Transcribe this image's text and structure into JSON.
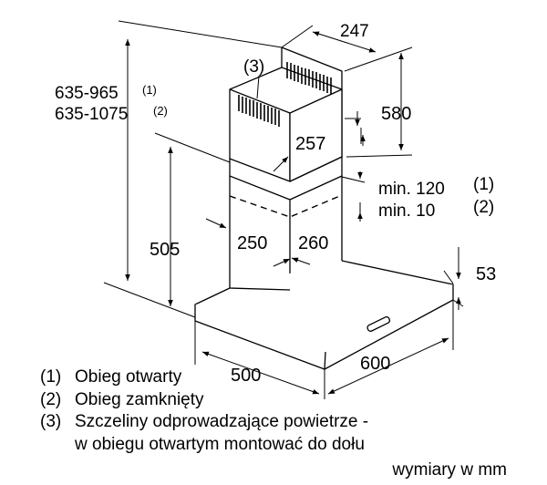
{
  "dimensions": {
    "chimney_width": "247",
    "chimney_height": "580",
    "chimney_depth": "257",
    "total_height_open": "635-965",
    "total_height_open_ref": "(1)",
    "total_height_closed": "635-1075",
    "total_height_closed_ref": "(2)",
    "lower_height": "505",
    "min_open": "min. 120",
    "min_open_ref": "(1)",
    "min_closed": "min. 10",
    "min_closed_ref": "(2)",
    "lower_depth": "250",
    "lower_width": "260",
    "canopy_height": "53",
    "canopy_depth": "500",
    "canopy_width": "600",
    "slots_ref": "(3)"
  },
  "legend": [
    {
      "num": "(1)",
      "text": "Obieg otwarty"
    },
    {
      "num": "(2)",
      "text": "Obieg zamknięty"
    },
    {
      "num": "(3)",
      "text": "Szczeliny odprowadzające powietrze -"
    }
  ],
  "legend_continuation": "w obiegu otwartym montować do dołu",
  "units": "wymiary w mm",
  "colors": {
    "line": "#000000",
    "background": "#ffffff"
  }
}
